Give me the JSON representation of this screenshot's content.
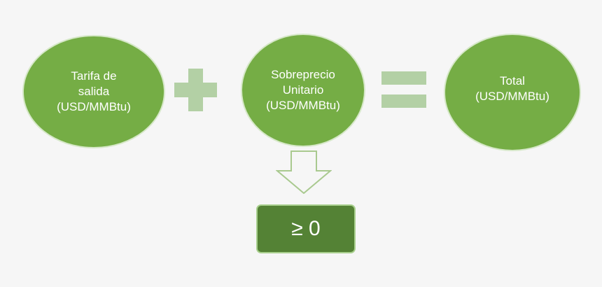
{
  "colors": {
    "background": "#f6f6f6",
    "circle_fill": "#75ad45",
    "operator": "#b3d0a5",
    "result_box_fill": "#548235",
    "result_box_border": "#a9d08e",
    "text": "#ffffff"
  },
  "components": [
    {
      "lines": [
        "Tarifa de",
        "salida",
        "(USD/MMBtu)"
      ]
    },
    {
      "lines": [
        "Sobreprecio",
        "Unitario",
        "(USD/MMBtu)"
      ]
    },
    {
      "lines": [
        "Total",
        "(USD/MMBtu)"
      ]
    }
  ],
  "operators": {
    "first_icon": "plus-icon",
    "second_icon": "equals-icon"
  },
  "constraint": {
    "arrow_icon": "down-arrow-icon",
    "value": "≥ 0"
  }
}
